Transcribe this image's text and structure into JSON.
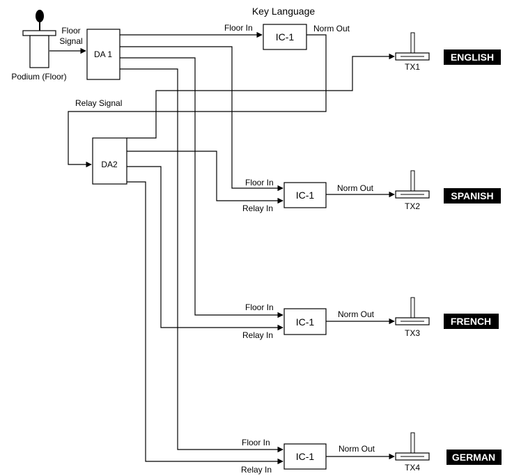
{
  "title": "Key Language",
  "podium": {
    "label": "Podium (Floor)"
  },
  "signals": {
    "floor_signal_line1": "Floor",
    "floor_signal_line2": "Signal",
    "relay_signal": "Relay Signal"
  },
  "distribution_amps": {
    "da1": "DA 1",
    "da2": "DA2"
  },
  "key_interpreter": {
    "label": "IC-1",
    "input": "Floor In",
    "output": "Norm Out"
  },
  "channels": [
    {
      "interpreter": "IC-1",
      "floor_in": "Floor In",
      "relay_in": "Relay In",
      "output": "Norm Out",
      "transmitter": "TX2",
      "language": "SPANISH"
    },
    {
      "interpreter": "IC-1",
      "floor_in": "Floor In",
      "relay_in": "Relay In",
      "output": "Norm Out",
      "transmitter": "TX3",
      "language": "FRENCH"
    },
    {
      "interpreter": "IC-1",
      "floor_in": "Floor In",
      "relay_in": "Relay In",
      "output": "Norm Out",
      "transmitter": "TX4",
      "language": "GERMAN"
    }
  ],
  "english": {
    "transmitter": "TX1",
    "language": "ENGLISH"
  },
  "colors": {
    "line": "#000000",
    "badge": "#000000",
    "badge_text": "#ffffff"
  }
}
